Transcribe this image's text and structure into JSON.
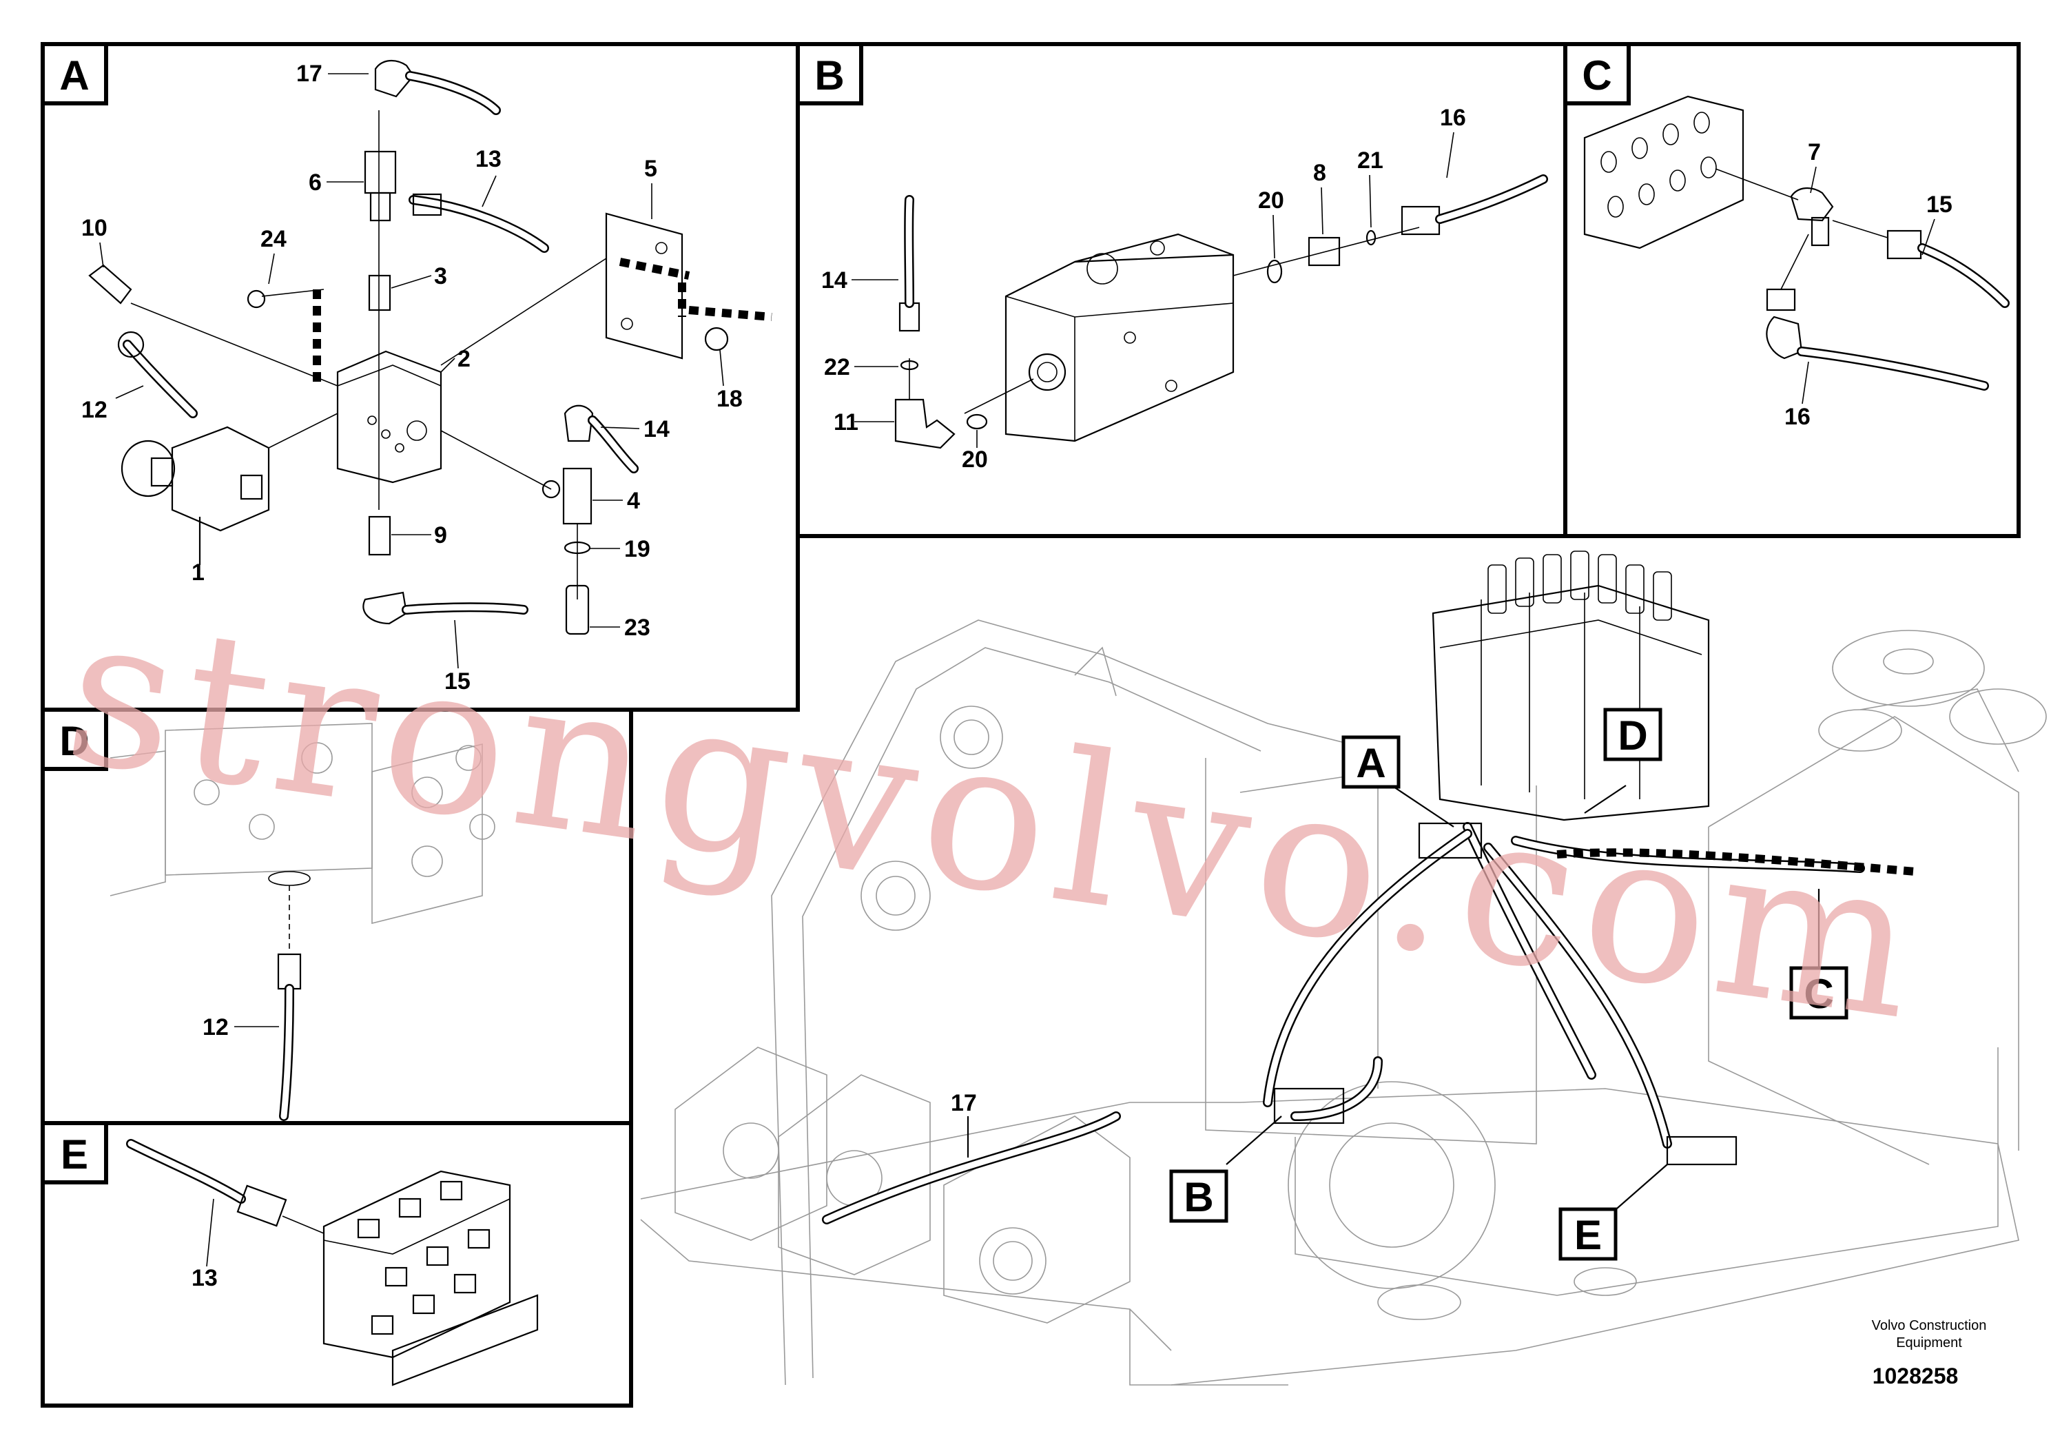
{
  "panels": {
    "A": {
      "label": "A",
      "callouts": {
        "p17": "17",
        "p13": "13",
        "p6": "6",
        "p10": "10",
        "p24": "24",
        "p3": "3",
        "p5": "5",
        "p2": "2",
        "p12": "12",
        "p18": "18",
        "p14": "14",
        "p4": "4",
        "p1": "1",
        "p9": "9",
        "p19": "19",
        "p23": "23",
        "p15": "15"
      }
    },
    "B": {
      "label": "B",
      "callouts": {
        "p16": "16",
        "p20a": "20",
        "p8": "8",
        "p21": "21",
        "p14": "14",
        "p22": "22",
        "p11": "11",
        "p20b": "20"
      }
    },
    "C": {
      "label": "C",
      "callouts": {
        "p7": "7",
        "p15": "15",
        "p16": "16"
      }
    },
    "D": {
      "label": "D",
      "callouts": {
        "p12": "12"
      }
    },
    "E": {
      "label": "E",
      "callouts": {
        "p13": "13"
      }
    },
    "main": {
      "callouts": {
        "p17": "17"
      },
      "locators": {
        "A": "A",
        "B": "B",
        "C": "C",
        "D": "D",
        "E": "E"
      }
    }
  },
  "footer": {
    "company_line1": "Volvo Construction",
    "company_line2": "Equipment",
    "figure_number": "1028258"
  },
  "watermark": "strongvolvo.com"
}
